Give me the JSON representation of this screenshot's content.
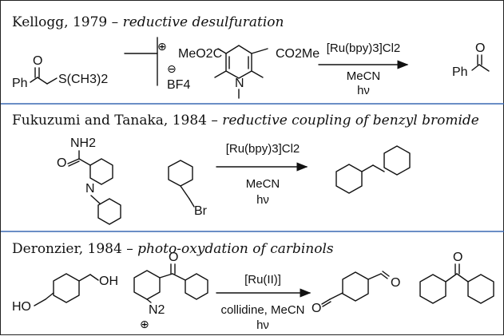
{
  "sections": [
    {
      "title_author": "Kellogg, 1979 – ",
      "title_topic": "reductive desulfuration",
      "labels": {
        "carbonyl_o": "O",
        "ph": "Ph",
        "sulfonium": "S(CH3)2",
        "plus": "⊕",
        "minus": "⊖",
        "counterion": "BF4",
        "ester_left": "MeO2C",
        "ester_right": "CO2Me",
        "amine_n": "N",
        "product_o": "O",
        "product_ph": "Ph"
      },
      "reagent_above": "[Ru(bpy)3]Cl2",
      "solvent": "MeCN",
      "light": "hν"
    },
    {
      "title_author": "Fukuzumi and Tanaka, 1984 – ",
      "title_topic": "reductive coupling of benzyl bromide",
      "labels": {
        "amide_nh2": "NH2",
        "amide_o": "O",
        "pyridinium_n": "N",
        "bromide": "Br"
      },
      "reagent_above": "[Ru(bpy)3]Cl2",
      "solvent": "MeCN",
      "light": "hν"
    },
    {
      "title_author": "Deronzier, 1984 – ",
      "title_topic": "photo-oxydation of carbinols",
      "labels": {
        "ho": "HO",
        "oh": "OH",
        "ketone_o": "O",
        "diazonium": "N2",
        "diazo_plus": "⊕",
        "aldehyde_o1": "O",
        "aldehyde_o2": "O",
        "benzophenone_o": "O"
      },
      "reagent_above": "[Ru(II)]",
      "solvent": "collidine, MeCN",
      "light": "hν"
    }
  ],
  "colors": {
    "divider": "#3a68b4",
    "ink": "#111111"
  }
}
